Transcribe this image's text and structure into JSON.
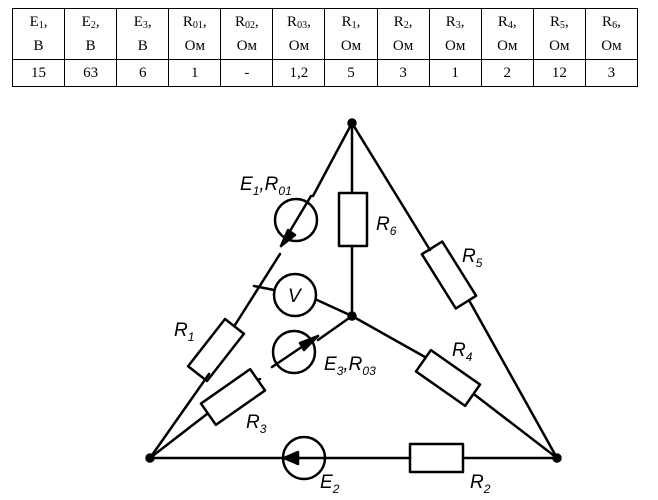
{
  "table": {
    "columns": [
      {
        "sym": "E",
        "sub": "1",
        "unit": "В",
        "value": "15"
      },
      {
        "sym": "E",
        "sub": "2",
        "unit": "В",
        "value": "63"
      },
      {
        "sym": "E",
        "sub": "3",
        "unit": "В",
        "value": "6"
      },
      {
        "sym": "R",
        "sub": "01",
        "unit": "Ом",
        "value": "1"
      },
      {
        "sym": "R",
        "sub": "02",
        "unit": "Ом",
        "value": "-"
      },
      {
        "sym": "R",
        "sub": "03",
        "unit": "Ом",
        "value": "1,2"
      },
      {
        "sym": "R",
        "sub": "1",
        "unit": "Ом",
        "value": "5"
      },
      {
        "sym": "R",
        "sub": "2",
        "unit": "Ом",
        "value": "3"
      },
      {
        "sym": "R",
        "sub": "3",
        "unit": "Ом",
        "value": "1"
      },
      {
        "sym": "R",
        "sub": "4",
        "unit": "Ом",
        "value": "2"
      },
      {
        "sym": "R",
        "sub": "5",
        "unit": "Ом",
        "value": "12"
      },
      {
        "sym": "R",
        "sub": "6",
        "unit": "Ом",
        "value": "3"
      }
    ]
  },
  "circuit": {
    "labels": {
      "e1": {
        "main": "E",
        "sub": "1",
        "sep": ",",
        "main2": "R",
        "sub2": "01"
      },
      "r6": {
        "main": "R",
        "sub": "6"
      },
      "r5": {
        "main": "R",
        "sub": "5"
      },
      "v": {
        "main": "V"
      },
      "r1": {
        "main": "R",
        "sub": "1"
      },
      "r4": {
        "main": "R",
        "sub": "4"
      },
      "e3": {
        "main": "E",
        "sub": "3",
        "sep": ",",
        "main2": "R",
        "sub2": "03"
      },
      "r3": {
        "main": "R",
        "sub": "3"
      },
      "e2": {
        "main": "E",
        "sub": "2"
      },
      "r2": {
        "main": "R",
        "sub": "2"
      }
    }
  }
}
